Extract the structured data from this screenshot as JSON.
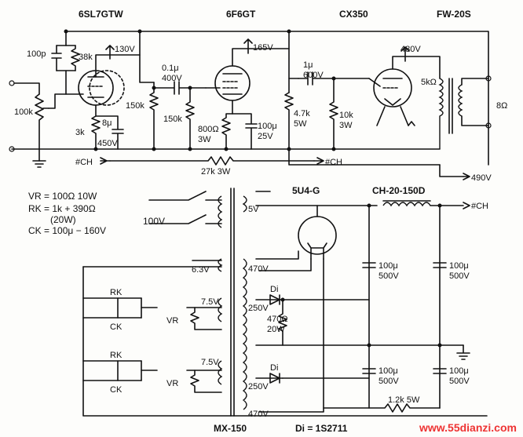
{
  "tubes": {
    "t1": "6SL7GTW",
    "t2": "6F6GT",
    "t3": "CX350",
    "out_xfmr": "FW-20S",
    "rect": "5U4-G"
  },
  "labels": {
    "c100p": "100p",
    "r38k": "38k",
    "v130": "130V",
    "c01u": "0.1μ",
    "c01u_v": "400V",
    "v165": "165V",
    "c1u": "1μ",
    "c1u_v": "600V",
    "v480": "480V",
    "r5k": "5kΩ",
    "out8": "8Ω",
    "vr100k": "100k",
    "r150k_a": "150k",
    "r150k_b": "150k",
    "r3k": "3k",
    "c8u": "8μ",
    "c8u_v": "450V",
    "r800": "800Ω",
    "r800_w": "3W",
    "c100u_k": "100μ",
    "c100u_k_v": "25V",
    "r47k": "4.7k",
    "r47k_w": "5W",
    "r10k": "10k",
    "r10k_w": "3W",
    "r27k": "27k  3W",
    "ch_a": "#CH",
    "ch_b": "#CH",
    "ch_c": "#CH",
    "v490": "490V",
    "choke": "CH-20-150D",
    "v5": "5V",
    "v100": "100V",
    "v63": "6.3V",
    "v470_top": "470V",
    "v470_bot": "470V",
    "v75_a": "7.5V",
    "v75_b": "7.5V",
    "v250_a": "250V",
    "v250_b": "250V",
    "r470": "470Ω",
    "r470_w": "20W",
    "di_a": "Di",
    "di_b": "Di",
    "cap1": "100μ",
    "cap1_v": "500V",
    "cap2": "100μ",
    "cap2_v": "500V",
    "cap3": "100μ",
    "cap3_v": "500V",
    "cap4": "100μ",
    "cap4_v": "500V",
    "r12": "1.2k 5W",
    "vr_a": "VR",
    "vr_b": "VR",
    "rk_a": "RK",
    "ck_a": "CK",
    "rk_b": "RK",
    "ck_b": "CK",
    "mx": "MX-150",
    "di_part": "Di = 1S2711"
  },
  "notes": {
    "line1": "VR = 100Ω 10W",
    "line2": "RK = 1k + 390Ω",
    "line3": "(20W)",
    "line4": "CK = 100μ − 160V"
  },
  "watermark": "www.55dianzi.com",
  "colors": {
    "ink": "#111111",
    "paper": "#fdfdfb",
    "watermark": "#e83333"
  }
}
